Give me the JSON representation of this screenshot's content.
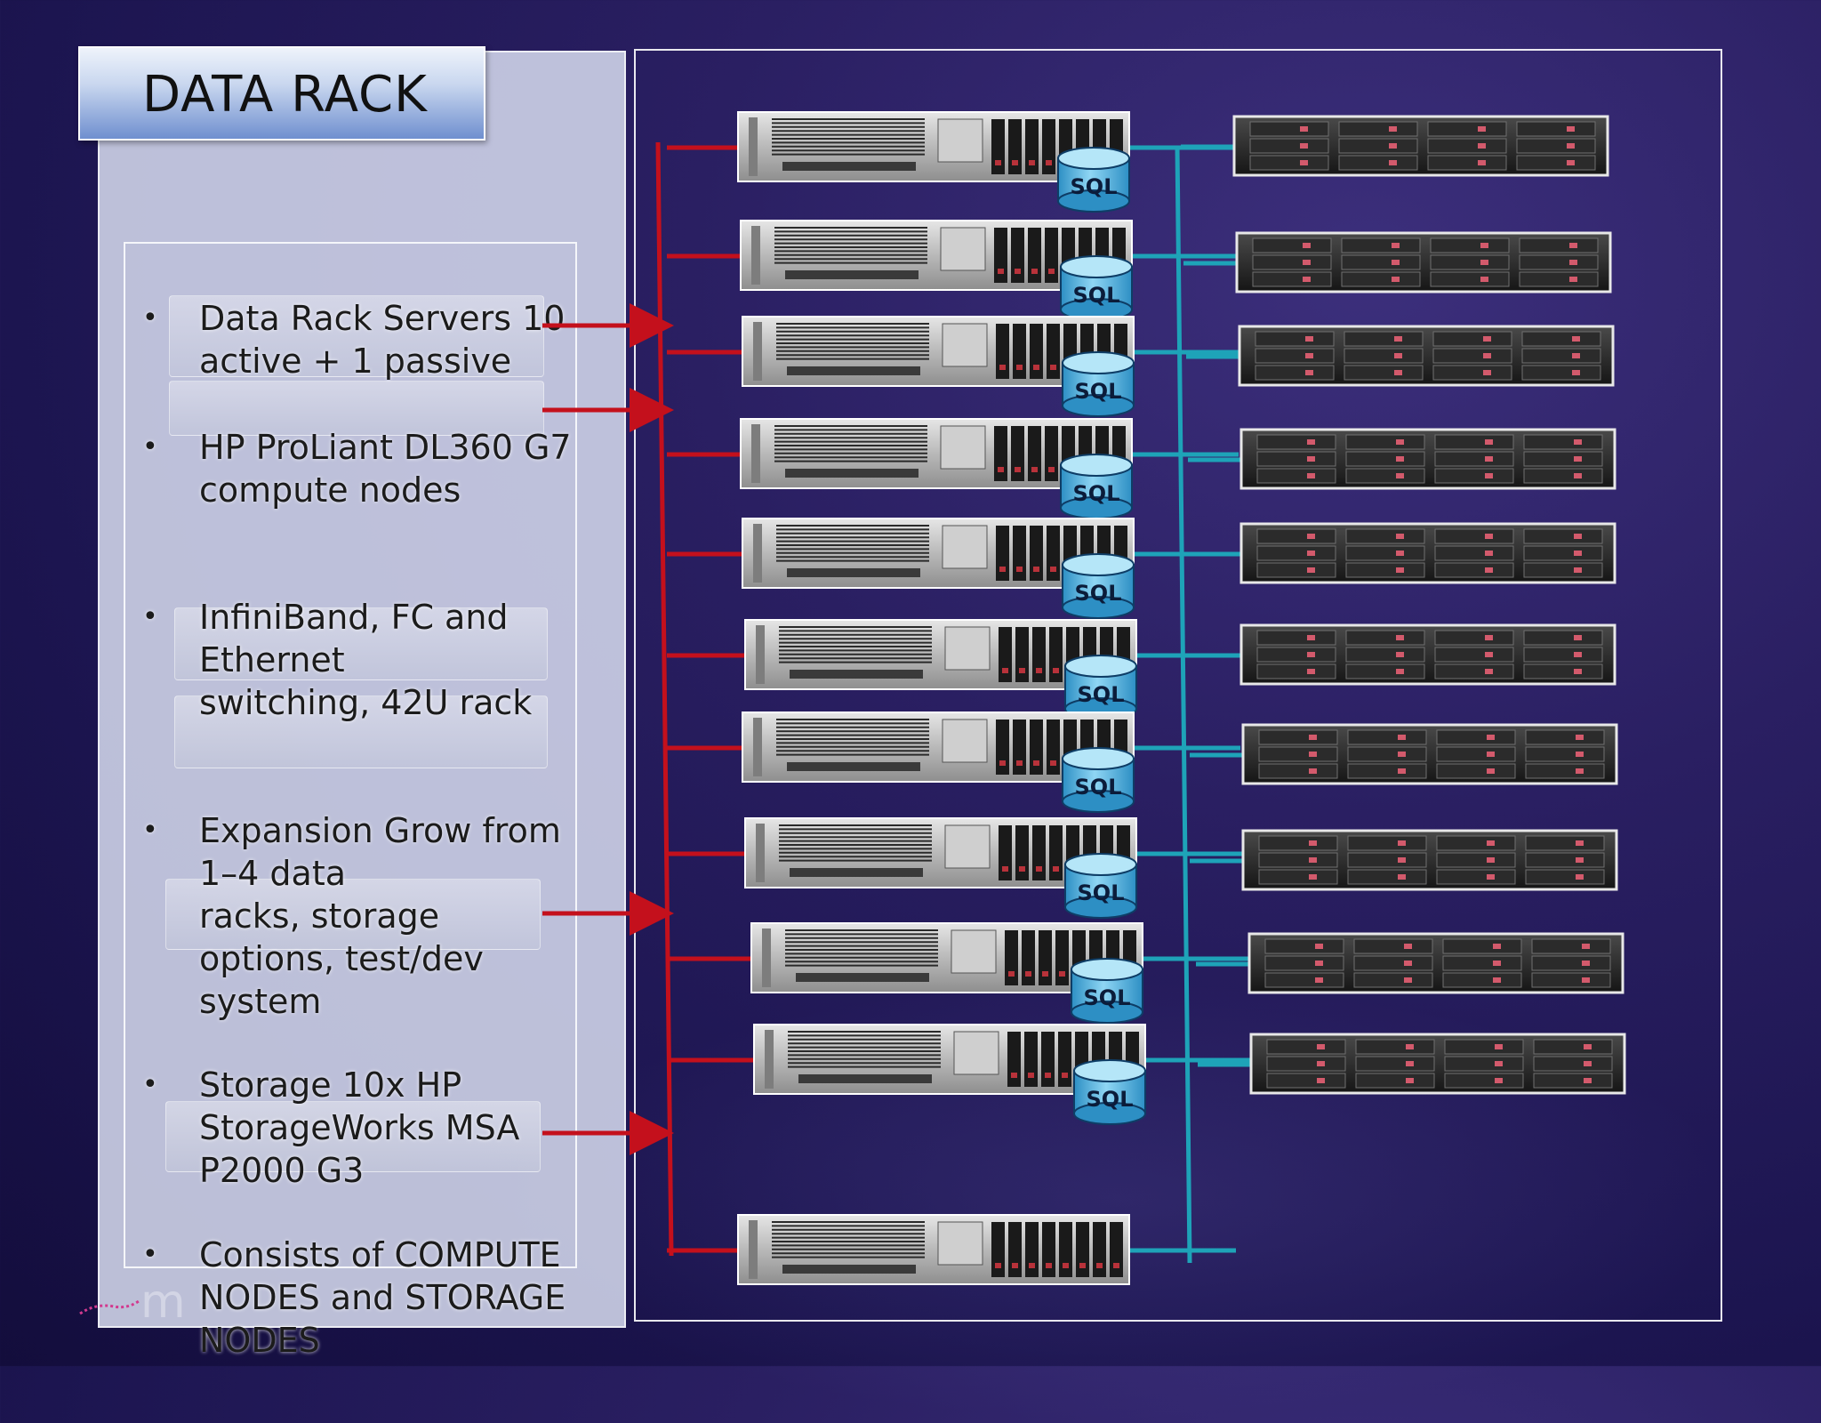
{
  "title": "DATA RACK",
  "bullets": [
    "Data Rack Servers 10 active + 1 passive",
    "HP ProLiant DL360 G7 compute nodes",
    "InfiniBand, FC and Ethernet\nswitching, 42U rack",
    "Expansion Grow from 1–4 data\nracks, storage options, test/dev system",
    "Storage 10x HP StorageWorks MSA P2000 G3",
    "Consists of COMPUTE NODES and STORAGE NODES"
  ],
  "bullet_symbol": "•",
  "sql_label": "SQL",
  "active_server_count": 10,
  "passive_server_count": 1,
  "storage_unit_count": 10,
  "colors": {
    "compute_link": "#c4101c",
    "storage_link": "#1ea3b8",
    "sql_cylinder": "#5bbbe3",
    "panel": "#d7dcf0"
  },
  "icons": {
    "server": "rack-server-icon",
    "storage": "storage-array-icon",
    "database": "sql-database-icon"
  }
}
